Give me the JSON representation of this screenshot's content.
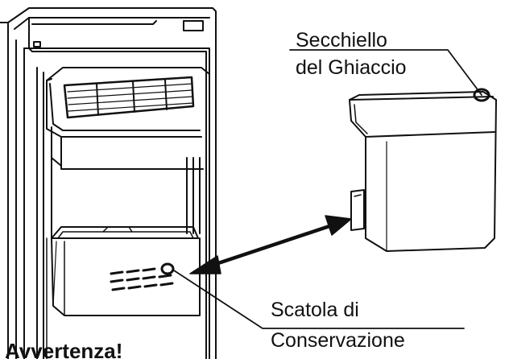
{
  "labels": {
    "ice_bucket_line1": "Secchiello",
    "ice_bucket_line2": "del Ghiaccio",
    "storage_box_line1": "Scatola di",
    "storage_box_line2": "Conservazione",
    "warning": "Avvertenza!"
  },
  "colors": {
    "line": "#111111",
    "background": "#ffffff"
  }
}
